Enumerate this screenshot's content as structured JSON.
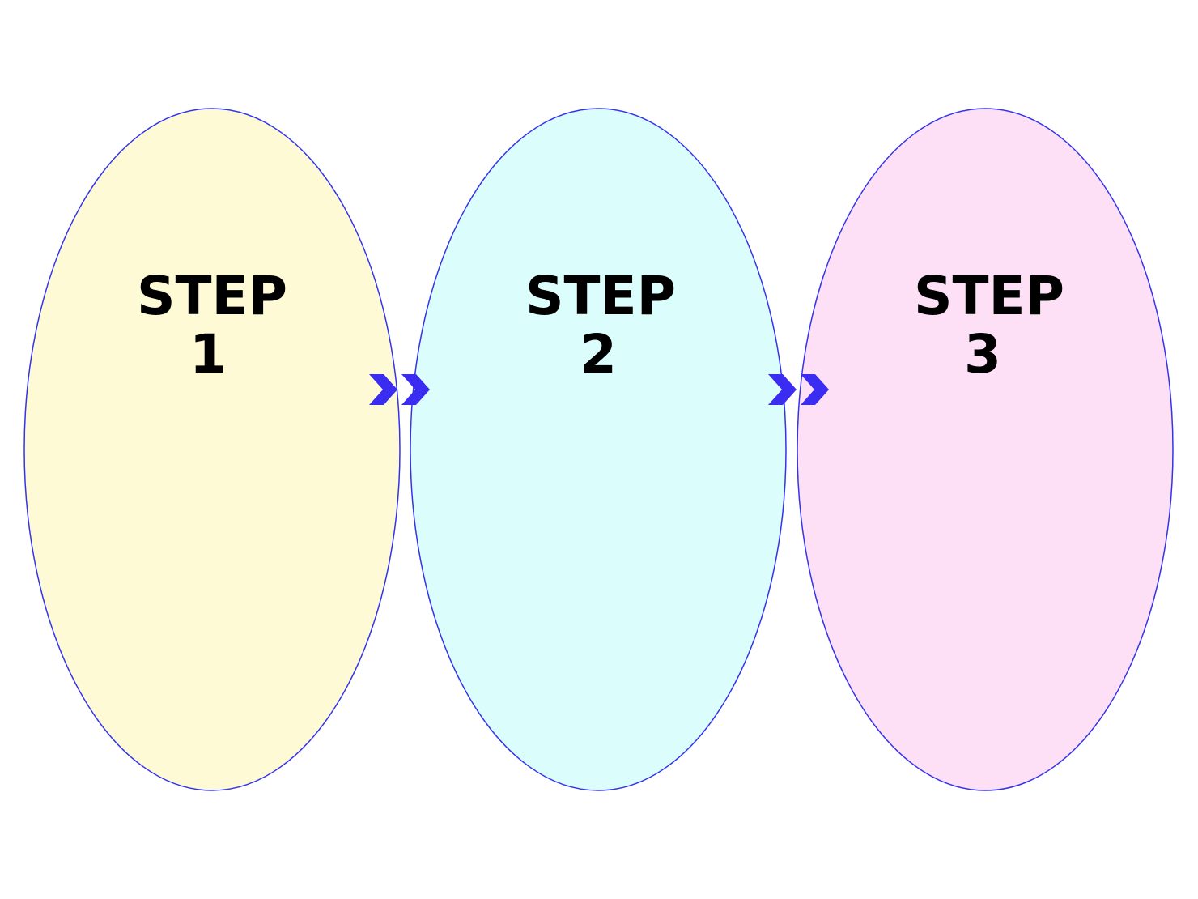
{
  "colors": {
    "outline": "#3333ee",
    "arrow": "#3a2cf0",
    "text": "#000000"
  },
  "steps": [
    {
      "line1": "STEP",
      "line2": "1",
      "fill": "#fefad6"
    },
    {
      "line1": "STEP",
      "line2": "2",
      "fill": "#dbfdfb"
    },
    {
      "line1": "STEP",
      "line2": "3",
      "fill": "#fde0f6"
    }
  ],
  "connectors": [
    {
      "icon": "double-chevron-right-icon"
    },
    {
      "icon": "double-chevron-right-icon"
    }
  ]
}
